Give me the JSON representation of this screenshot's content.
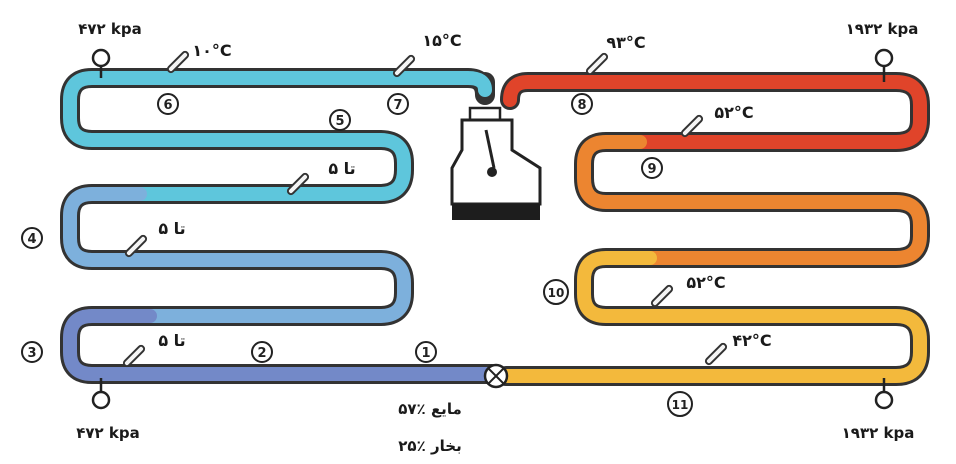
{
  "pressure_labels": {
    "evaporator_in": "۴۷۲ kpa",
    "evaporator_out": "۴۷۲ kpa",
    "condenser_in": "۱۹۳۲ kpa",
    "condenser_out": "۱۹۳۲ kpa"
  },
  "temperature_labels": {
    "t_10": "۱۰°C",
    "t_15": "۱۵°C",
    "t_93": "۹۳°C",
    "t_52a": "۵۲°C",
    "t_52b": "۵۲°C",
    "t_42": "۴۲°C",
    "t_5a": "تا ۵",
    "t_5b": "تا ۵",
    "t_5c": "تا ۵"
  },
  "points": [
    "1",
    "2",
    "3",
    "4",
    "5",
    "6",
    "7",
    "8",
    "9",
    "10",
    "11"
  ],
  "mixture": {
    "liquid": "۵۷٪ مایع",
    "vapor": "۲۵٪ بخار"
  },
  "colors": {
    "cold": "#5fc4dc",
    "mid": "#7aa6d8",
    "deep": "#7288c8",
    "hot": "#e24a28",
    "orange": "#ee8a2c",
    "amber": "#f2b83a"
  }
}
